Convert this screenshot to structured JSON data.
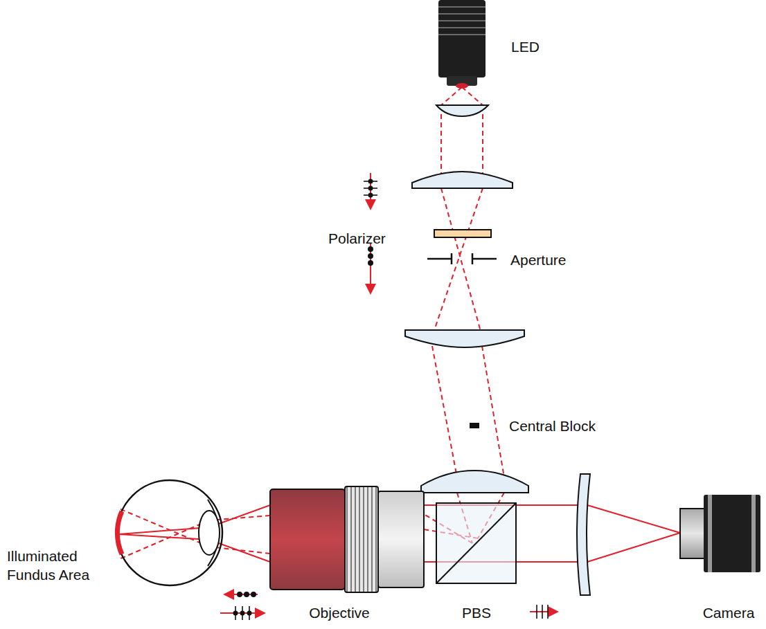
{
  "diagram": {
    "labels": [
      "LED",
      "Polarizer",
      "Aperture",
      "Central Block",
      "Illuminated Fundus Area",
      "Objective",
      "PBS",
      "Camera"
    ]
  }
}
